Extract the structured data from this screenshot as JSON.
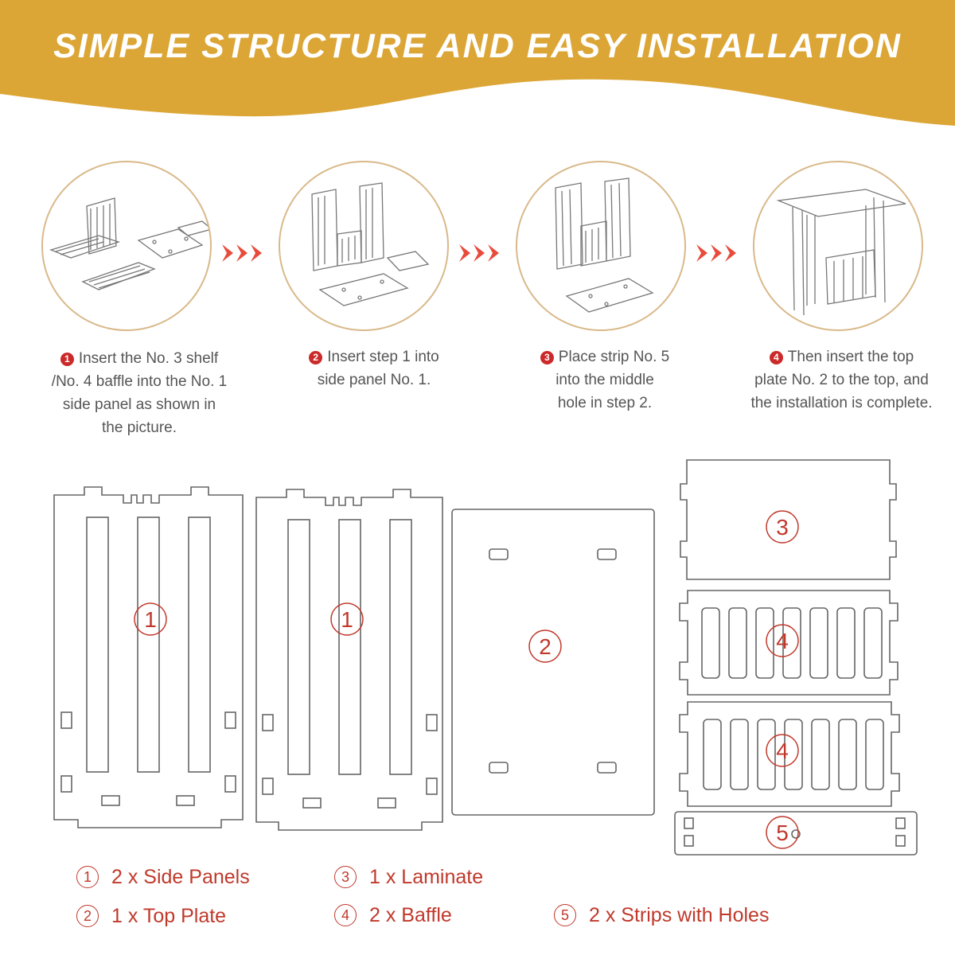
{
  "banner": {
    "title": "SIMPLE STRUCTURE AND EASY INSTALLATION",
    "color": "#dca636"
  },
  "steps": [
    {
      "number": "1",
      "lines": [
        "Insert the No. 3 shelf",
        "/No. 4 baffle into the No. 1",
        "side panel as shown in",
        "the picture."
      ]
    },
    {
      "number": "2",
      "lines": [
        "Insert step 1 into",
        "side panel No. 1."
      ]
    },
    {
      "number": "3",
      "lines": [
        "Place strip No. 5",
        "into the middle",
        "hole in step 2."
      ]
    },
    {
      "number": "4",
      "lines": [
        "Then insert the top",
        "plate No. 2 to the top, and",
        "the installation is complete."
      ]
    }
  ],
  "arrow_color": "#e84b3c",
  "part_labels": {
    "side_panel_a": "1",
    "side_panel_b": "1",
    "top_plate": "2",
    "laminate": "3",
    "baffle_a": "4",
    "baffle_b": "4",
    "strip": "5"
  },
  "legend": [
    {
      "num": "1",
      "text": "2 x Side Panels"
    },
    {
      "num": "2",
      "text": "1 x Top Plate"
    },
    {
      "num": "3",
      "text": "1 x Laminate"
    },
    {
      "num": "4",
      "text": "2 x Baffle"
    },
    {
      "num": "5",
      "text": "2 x Strips with Holes"
    }
  ],
  "accent_red": "#c0392b"
}
